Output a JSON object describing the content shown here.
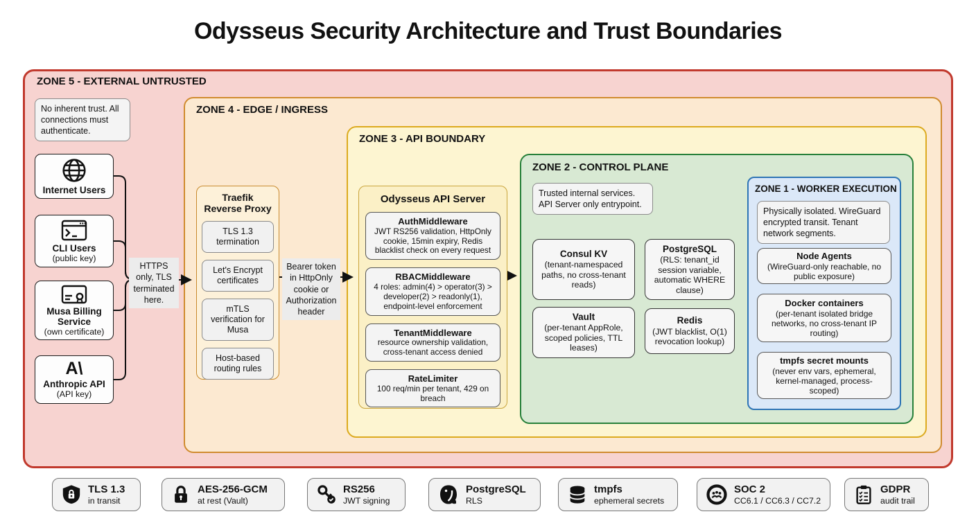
{
  "title": "Odysseus Security Architecture and Trust Boundaries",
  "zones": {
    "zone5": {
      "label": "ZONE 5 - EXTERNAL UNTRUSTED",
      "note": "No inherent trust. All connections must authenticate."
    },
    "zone4": {
      "label": "ZONE 4 - EDGE / INGRESS"
    },
    "zone3": {
      "label": "ZONE 3 - API BOUNDARY"
    },
    "zone2": {
      "label": "ZONE 2 - CONTROL PLANE",
      "note": "Trusted internal services. API Server only entrypoint."
    },
    "zone1": {
      "label": "ZONE 1 - WORKER EXECUTION",
      "note": "Physically isolated. WireGuard encrypted transit. Tenant network segments."
    }
  },
  "actors": [
    {
      "name": "Internet Users",
      "sub": "",
      "icon": "globe-icon"
    },
    {
      "name": "CLI Users",
      "sub": "(public key)",
      "icon": "terminal-icon"
    },
    {
      "name": "Musa Billing Service",
      "sub": "(own certificate)",
      "icon": "billing-card-icon"
    },
    {
      "name": "Anthropic API",
      "sub": "(API key)",
      "icon": "anthropic-logo-icon"
    }
  ],
  "flow_labels": {
    "https": "HTTPS only, TLS terminated here.",
    "bearer": "Bearer token in HttpOnly cookie or Authorization header"
  },
  "traefik": {
    "title": "Traefik Reverse Proxy",
    "items": [
      "TLS 1.3 termination",
      "Let's Encrypt certificates",
      "mTLS verification for Musa",
      "Host-based routing rules"
    ]
  },
  "api_server": {
    "title": "Odysseus API Server",
    "middleware": [
      {
        "name": "AuthMiddleware",
        "desc": "JWT RS256 validation, HttpOnly cookie, 15min expiry, Redis blacklist check on every request"
      },
      {
        "name": "RBACMiddleware",
        "desc": "4 roles: admin(4) > operator(3) > developer(2) > readonly(1), endpoint-level enforcement"
      },
      {
        "name": "TenantMiddleware",
        "desc": "resource ownership validation, cross-tenant access denied"
      },
      {
        "name": "RateLimiter",
        "desc": "100 req/min per tenant, 429 on breach"
      }
    ]
  },
  "control_plane": {
    "services": [
      {
        "name": "Consul KV",
        "desc": "(tenant-namespaced paths, no cross-tenant reads)"
      },
      {
        "name": "PostgreSQL",
        "desc": "(RLS: tenant_id session variable, automatic WHERE clause)"
      },
      {
        "name": "Vault",
        "desc": "(per-tenant AppRole, scoped policies, TTL leases)"
      },
      {
        "name": "Redis",
        "desc": "(JWT blacklist, O(1) revocation lookup)"
      }
    ]
  },
  "worker": {
    "boxes": [
      {
        "name": "Node Agents",
        "desc": "(WireGuard-only reachable, no public exposure)"
      },
      {
        "name": "Docker containers",
        "desc": "(per-tenant isolated bridge networks, no cross-tenant IP routing)"
      },
      {
        "name": "tmpfs secret mounts",
        "desc": "(never env vars, ephemeral, kernel-managed, process-scoped)"
      }
    ]
  },
  "badges": [
    {
      "title": "TLS 1.3",
      "subtitle": "in transit",
      "icon": "shield-lock-icon"
    },
    {
      "title": "AES-256-GCM",
      "subtitle": "at rest (Vault)",
      "icon": "padlock-icon"
    },
    {
      "title": "RS256",
      "subtitle": "JWT signing",
      "icon": "key-check-icon"
    },
    {
      "title": "PostgreSQL",
      "subtitle": "RLS",
      "icon": "postgresql-elephant-icon"
    },
    {
      "title": "tmpfs",
      "subtitle": "ephemeral secrets",
      "icon": "database-stack-icon"
    },
    {
      "title": "SOC 2",
      "subtitle": "CC6.1 / CC6.3 / CC7.2",
      "icon": "soc2-seal-icon"
    },
    {
      "title": "GDPR",
      "subtitle": "audit trail",
      "icon": "clipboard-checklist-icon"
    }
  ],
  "colors": {
    "zone5_border": "#c1392d",
    "zone5_fill": "#f7d3d0",
    "zone4_border": "#d08b2e",
    "zone4_fill": "#fce9d1",
    "zone3_border": "#dcaa1e",
    "zone3_fill": "#fdf5d1",
    "zone2_border": "#27803a",
    "zone2_fill": "#d8e9d3",
    "zone1_border": "#2e74b5",
    "zone1_fill": "#dbe8f8"
  }
}
